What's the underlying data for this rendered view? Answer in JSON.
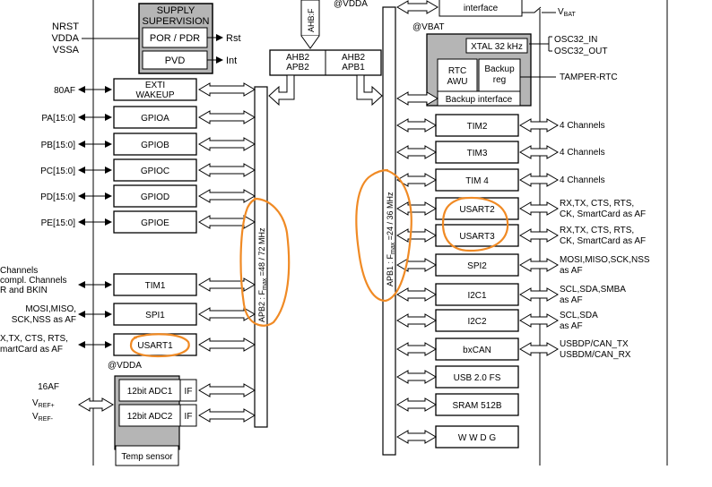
{
  "supply": {
    "pins": [
      "NRST",
      "VDDA",
      "VSSA"
    ],
    "title": [
      "SUPPLY",
      "SUPERVISION"
    ],
    "por_pdr": "POR / PDR",
    "pvd": "PVD",
    "rst": "Rst",
    "int": "Int"
  },
  "top": {
    "ahb_f": "AHB:F",
    "vdda": "@VDDA",
    "interface": "interface",
    "vbat_label": "V",
    "vbat_sub": "BAT",
    "at_vbat": "@VBAT"
  },
  "bridges": [
    {
      "line1": "AHB2",
      "line2": "APB2"
    },
    {
      "line1": "AHB2",
      "line2": "APB1"
    }
  ],
  "backup": {
    "xtal": "XTAL 32 kHz",
    "rtc": [
      "RTC",
      "AWU"
    ],
    "backup_reg": [
      "Backup",
      "reg"
    ],
    "backup_interface": "Backup interface",
    "osc32": [
      "OSC32_IN",
      "OSC32_OUT"
    ],
    "tamper": "TAMPER-RTC"
  },
  "left_blocks": [
    {
      "name": "EXTI WAKEUP",
      "lines": [
        "EXTI",
        "WAKEUP"
      ],
      "pin": "80AF"
    },
    {
      "name": "GPIOA",
      "lines": [
        "GPIOA"
      ],
      "pin": "PA[15:0]"
    },
    {
      "name": "GPIOB",
      "lines": [
        "GPIOB"
      ],
      "pin": "PB[15:0]"
    },
    {
      "name": "GPIOC",
      "lines": [
        "GPIOC"
      ],
      "pin": "PC[15:0]"
    },
    {
      "name": "GPIOD",
      "lines": [
        "GPIOD"
      ],
      "pin": "PD[15:0]"
    },
    {
      "name": "GPIOE",
      "lines": [
        "GPIOE"
      ],
      "pin": "PE[15:0]"
    },
    {
      "name": "TIM1",
      "lines": [
        "TIM1"
      ],
      "pin": ""
    },
    {
      "name": "SPI1",
      "lines": [
        "SPI1"
      ],
      "pin": ""
    },
    {
      "name": "USART1",
      "lines": [
        "USART1"
      ],
      "pin": ""
    }
  ],
  "left_pins": {
    "tim1": [
      "Channels",
      "compl. Channels",
      "R and BKIN"
    ],
    "spi1": [
      "MOSI,MISO,",
      "SCK,NSS as AF"
    ],
    "usart1": [
      "X,TX, CTS, RTS,",
      "martCard as AF"
    ],
    "adc_vdda": "@VDDA",
    "adc_af": "16AF",
    "vref_plus": [
      "V",
      "REF+"
    ],
    "vref_minus": [
      "V",
      "REF-"
    ]
  },
  "apb2": {
    "prefix": "APB2 : F",
    "sub": "max",
    "suffix": " =48 / 72 MHz"
  },
  "apb1": {
    "prefix": "APB1 : F",
    "sub": "max",
    "suffix": " =24 / 36 MHz"
  },
  "adc": {
    "adc1": "12bit ADC1",
    "adc2": "12bit ADC2",
    "if": "IF",
    "temp": "Temp sensor"
  },
  "right_blocks": [
    {
      "name": "TIM2",
      "pins": [
        "4 Channels"
      ]
    },
    {
      "name": "TIM3",
      "pins": [
        "4 Channels"
      ]
    },
    {
      "name": "TIM 4",
      "pins": [
        "4 Channels"
      ]
    },
    {
      "name": "USART2",
      "pins": [
        "RX,TX, CTS, RTS,",
        "CK, SmartCard as AF"
      ]
    },
    {
      "name": "USART3",
      "pins": [
        "RX,TX, CTS, RTS,",
        "CK, SmartCard as AF"
      ]
    },
    {
      "name": "SPI2",
      "pins": [
        "MOSI,MISO,SCK,NSS",
        "as AF"
      ]
    },
    {
      "name": "I2C1",
      "pins": [
        "SCL,SDA,SMBA",
        "as AF"
      ]
    },
    {
      "name": "I2C2",
      "pins": [
        "SCL,SDA",
        "as AF"
      ]
    },
    {
      "name": "bxCAN",
      "pins": [
        "USBDP/CAN_TX",
        "USBDM/CAN_RX"
      ]
    },
    {
      "name": "USB 2.0 FS",
      "pins": []
    },
    {
      "name": "SRAM 512B",
      "pins": []
    },
    {
      "name": "W W D G",
      "pins": []
    }
  ],
  "colors": {
    "annotation": "#f08a24",
    "gray": "#b5b5b5",
    "line": "#000000"
  }
}
